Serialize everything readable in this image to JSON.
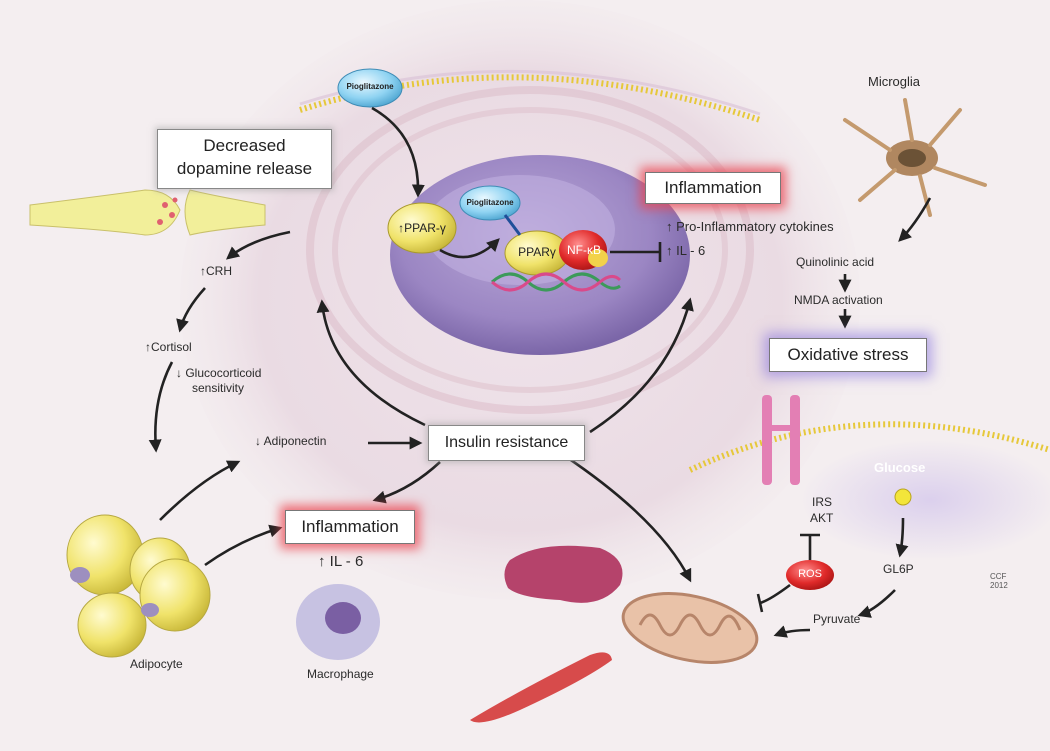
{
  "diagram": {
    "decreased_dopamine": [
      "Decreased",
      "dopamine release"
    ],
    "inflammation_top": "Inflammation",
    "pro_inflammatory": "Pro-Inflammatory cytokines",
    "il6_top": "IL - 6",
    "microglia": "Microglia",
    "quinolinic": "Quinolinic acid",
    "nmda": "NMDA activation",
    "oxidative_stress": "Oxidative stress",
    "pioglitazone_top": "Pioglitazone",
    "pioglitazone_bound": "Pioglitazone",
    "ppar_up": "PPAR-γ",
    "ppar_complex": "PPARγ",
    "nfkb": "NF-κB",
    "crh": "CRH",
    "cortisol": "Cortisol",
    "glucocorticoid": [
      "Glucocorticoid",
      "sensitivity"
    ],
    "adiponectin": "Adiponectin",
    "insulin_resistance": "Insulin resistance",
    "inflammation_bottom": "Inflammation",
    "il6_bottom": "IL - 6",
    "adipocyte": "Adipocyte",
    "macrophage": "Macrophage",
    "glucose": "Glucose",
    "irs": "IRS",
    "akt": "AKT",
    "ros": "ROS",
    "gl6p": "GL6P",
    "pyruvate": "Pyruvate",
    "signature": [
      "CCF",
      "2012"
    ],
    "up_arrow": "↑",
    "down_arrow": "↓"
  }
}
